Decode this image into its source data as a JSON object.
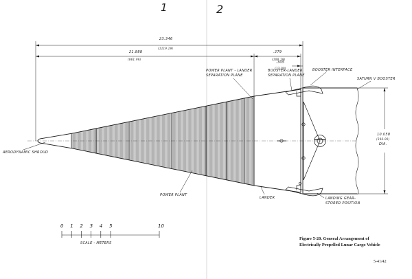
{
  "page_numbers": {
    "left": "1",
    "right": "2"
  },
  "dimensions": {
    "overall_length": "23.346",
    "overall_length_in": "(1119.19)",
    "lander_sep_distance": "21.888",
    "lander_sep_distance_in": "(861.99)",
    "booster_sep_distance": ".279",
    "booster_sep_distance_in": "(108.19)",
    "interface_distance": ".305",
    "interface_distance_in": "(12.00)",
    "diameter": "10.058",
    "diameter_in": "(396.00)",
    "diameter_unit": "DIA."
  },
  "labels": {
    "power_plant_lander_sep_line1": "POWER PLANT - LANDER",
    "power_plant_lander_sep_line2": "SEPARATION PLANE",
    "booster_lander_sep_line1": "BOOSTER-LANDER",
    "booster_lander_sep_line2": "SEPARATION PLANE",
    "booster_interface": "BOOSTER INTERFACE",
    "saturn_booster": "SATURN V BOOSTER",
    "aerodynamic_shroud": "AERODYNAMIC SHROUD",
    "power_plant": "POWER PLANT",
    "lander": "LANDER",
    "landing_gear_line1": "LANDING GEAR-",
    "landing_gear_line2": "STORED POSITION"
  },
  "scale": {
    "ticks": [
      "0",
      "1",
      "2",
      "3",
      "4",
      "5",
      "10"
    ],
    "label": "SCALE - METERS"
  },
  "caption": {
    "line1": "Figure 5-20.  General Arrangement of",
    "line2": "Electrically Propelled Lunar Cargo Vehicle"
  },
  "page_ref": "5-41/42",
  "colors": {
    "ink": "#1a1a1a",
    "paper": "#ffffff"
  }
}
